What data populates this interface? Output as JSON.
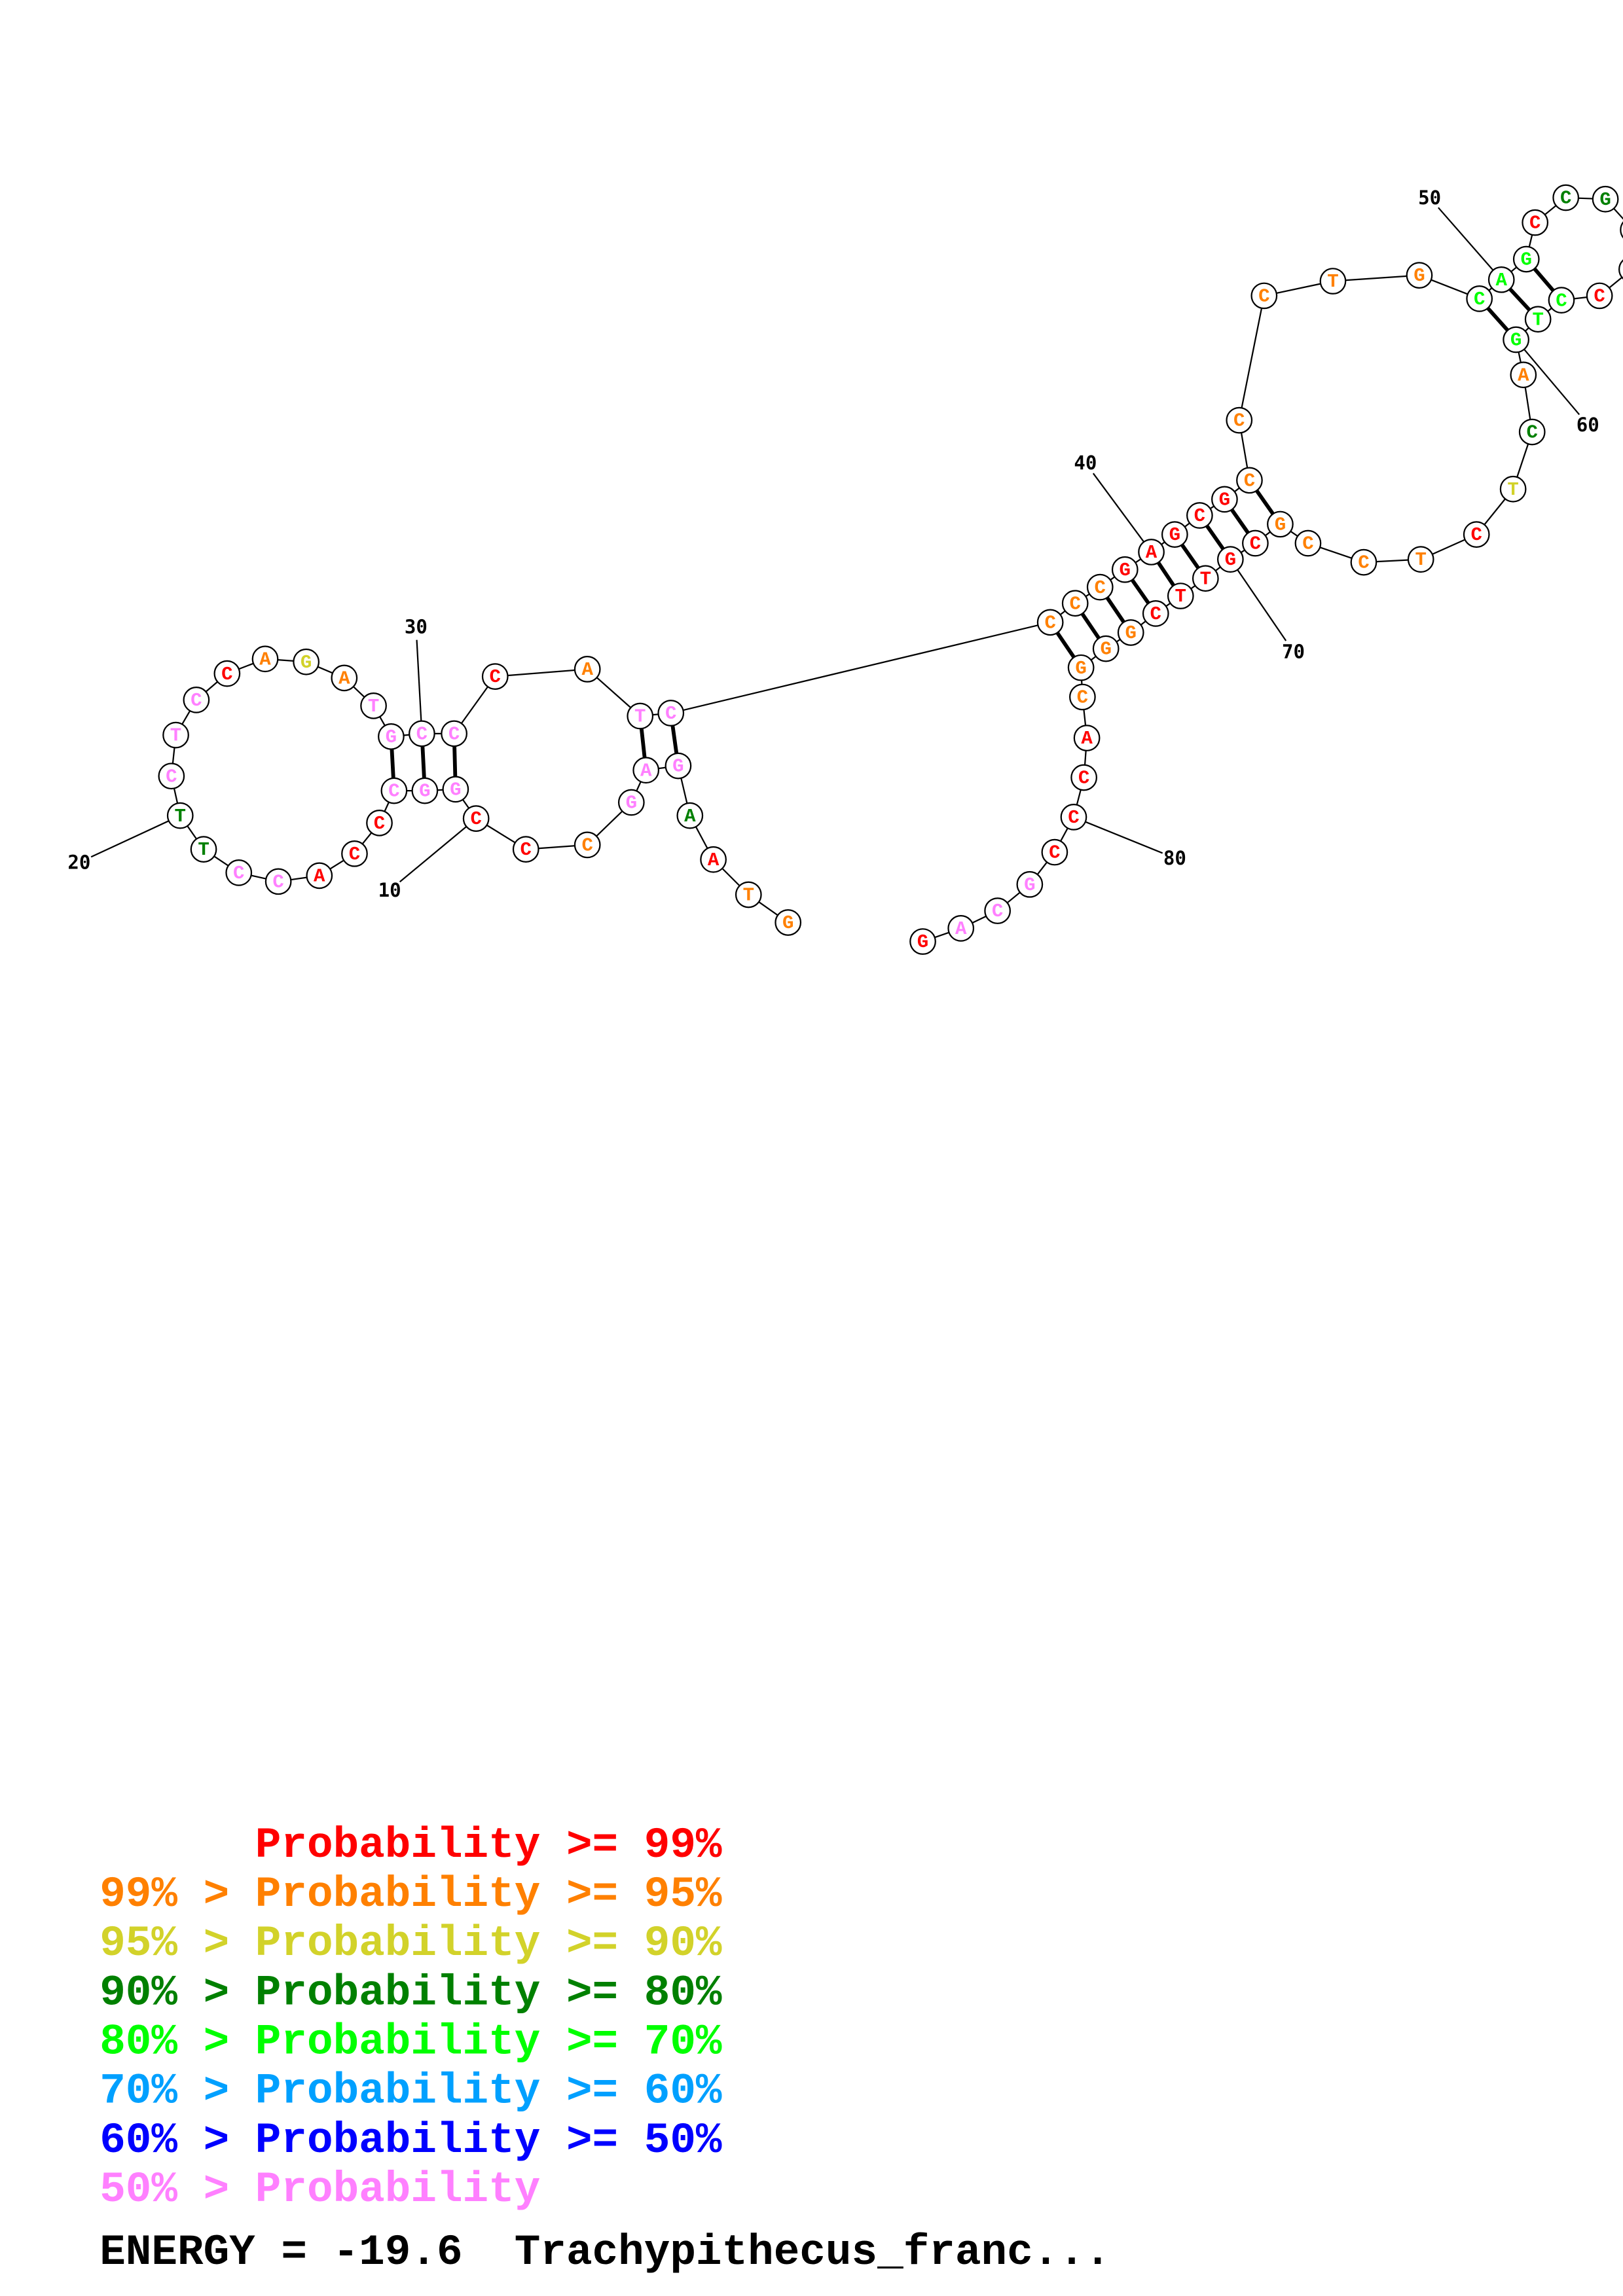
{
  "colors": {
    "p99": "#ff0000",
    "p95": "#ff8000",
    "p90": "#d2d22a",
    "p80": "#008000",
    "p70": "#00ff00",
    "p60": "#00a0ff",
    "p50": "#0000ff",
    "plow": "#ff80ff"
  },
  "sequence": [
    {
      "b": "G",
      "c": "p95"
    },
    {
      "b": "T",
      "c": "p95"
    },
    {
      "b": "A",
      "c": "p99"
    },
    {
      "b": "A",
      "c": "p80"
    },
    {
      "b": "G",
      "c": "plow"
    },
    {
      "b": "A",
      "c": "plow"
    },
    {
      "b": "G",
      "c": "plow"
    },
    {
      "b": "C",
      "c": "p95"
    },
    {
      "b": "C",
      "c": "p99"
    },
    {
      "b": "C",
      "c": "p99"
    },
    {
      "b": "G",
      "c": "plow"
    },
    {
      "b": "G",
      "c": "plow"
    },
    {
      "b": "C",
      "c": "plow"
    },
    {
      "b": "C",
      "c": "p99"
    },
    {
      "b": "C",
      "c": "p99"
    },
    {
      "b": "A",
      "c": "p99"
    },
    {
      "b": "C",
      "c": "plow"
    },
    {
      "b": "C",
      "c": "plow"
    },
    {
      "b": "T",
      "c": "p80"
    },
    {
      "b": "T",
      "c": "p80"
    },
    {
      "b": "C",
      "c": "plow"
    },
    {
      "b": "T",
      "c": "plow"
    },
    {
      "b": "C",
      "c": "plow"
    },
    {
      "b": "C",
      "c": "p99"
    },
    {
      "b": "A",
      "c": "p95"
    },
    {
      "b": "G",
      "c": "p90"
    },
    {
      "b": "A",
      "c": "p95"
    },
    {
      "b": "T",
      "c": "plow"
    },
    {
      "b": "G",
      "c": "plow"
    },
    {
      "b": "C",
      "c": "plow"
    },
    {
      "b": "C",
      "c": "plow"
    },
    {
      "b": "C",
      "c": "p99"
    },
    {
      "b": "A",
      "c": "p95"
    },
    {
      "b": "T",
      "c": "plow"
    },
    {
      "b": "C",
      "c": "plow"
    },
    {
      "b": "C",
      "c": "p95"
    },
    {
      "b": "C",
      "c": "p95"
    },
    {
      "b": "C",
      "c": "p95"
    },
    {
      "b": "G",
      "c": "p99"
    },
    {
      "b": "A",
      "c": "p99"
    },
    {
      "b": "G",
      "c": "p99"
    },
    {
      "b": "C",
      "c": "p99"
    },
    {
      "b": "G",
      "c": "p99"
    },
    {
      "b": "C",
      "c": "p95"
    },
    {
      "b": "C",
      "c": "p95"
    },
    {
      "b": "C",
      "c": "p95"
    },
    {
      "b": "T",
      "c": "p95"
    },
    {
      "b": "G",
      "c": "p95"
    },
    {
      "b": "C",
      "c": "p70"
    },
    {
      "b": "A",
      "c": "p70"
    },
    {
      "b": "G",
      "c": "p70"
    },
    {
      "b": "C",
      "c": "p99"
    },
    {
      "b": "C",
      "c": "p80"
    },
    {
      "b": "G",
      "c": "p80"
    },
    {
      "b": "",
      "c": "p80"
    },
    {
      "b": "",
      "c": "p80"
    },
    {
      "b": "C",
      "c": "p99"
    },
    {
      "b": "C",
      "c": "p70"
    },
    {
      "b": "T",
      "c": "p70"
    },
    {
      "b": "G",
      "c": "p70"
    },
    {
      "b": "A",
      "c": "p95"
    },
    {
      "b": "C",
      "c": "p80"
    },
    {
      "b": "T",
      "c": "p90"
    },
    {
      "b": "C",
      "c": "p99"
    },
    {
      "b": "T",
      "c": "p95"
    },
    {
      "b": "C",
      "c": "p95"
    },
    {
      "b": "C",
      "c": "p95"
    },
    {
      "b": "G",
      "c": "p95"
    },
    {
      "b": "C",
      "c": "p99"
    },
    {
      "b": "G",
      "c": "p99"
    },
    {
      "b": "T",
      "c": "p99"
    },
    {
      "b": "T",
      "c": "p99"
    },
    {
      "b": "C",
      "c": "p99"
    },
    {
      "b": "G",
      "c": "p95"
    },
    {
      "b": "G",
      "c": "p95"
    },
    {
      "b": "G",
      "c": "p95"
    },
    {
      "b": "C",
      "c": "p95"
    },
    {
      "b": "A",
      "c": "p99"
    },
    {
      "b": "C",
      "c": "p99"
    },
    {
      "b": "C",
      "c": "p99"
    },
    {
      "b": "C",
      "c": "p99"
    },
    {
      "b": "G",
      "c": "plow"
    },
    {
      "b": "C",
      "c": "plow"
    },
    {
      "b": "A",
      "c": "plow"
    },
    {
      "b": "G",
      "c": "p99"
    }
  ],
  "pairs": [
    [
      5,
      35
    ],
    [
      6,
      34
    ],
    [
      11,
      31
    ],
    [
      12,
      30
    ],
    [
      13,
      29
    ],
    [
      36,
      76
    ],
    [
      37,
      75
    ],
    [
      38,
      74
    ],
    [
      39,
      73
    ],
    [
      40,
      72
    ],
    [
      41,
      71
    ],
    [
      42,
      70
    ],
    [
      43,
      69
    ],
    [
      44,
      68
    ],
    [
      49,
      60
    ],
    [
      50,
      59
    ],
    [
      51,
      58
    ]
  ],
  "position_labels": [
    "10",
    "20",
    "30",
    "40",
    "50",
    "60",
    "70",
    "80"
  ],
  "legend": [
    {
      "text": "      Probability >= 99%",
      "c": "p99"
    },
    {
      "text": "99% > Probability >= 95%",
      "c": "p95"
    },
    {
      "text": "95% > Probability >= 90%",
      "c": "p90"
    },
    {
      "text": "90% > Probability >= 80%",
      "c": "p80"
    },
    {
      "text": "80% > Probability >= 70%",
      "c": "p70"
    },
    {
      "text": "70% > Probability >= 60%",
      "c": "p60"
    },
    {
      "text": "60% > Probability >= 50%",
      "c": "p50"
    },
    {
      "text": "50% > Probability",
      "c": "plow"
    }
  ],
  "footer": "ENERGY = -19.6  Trachypithecus_franc..."
}
